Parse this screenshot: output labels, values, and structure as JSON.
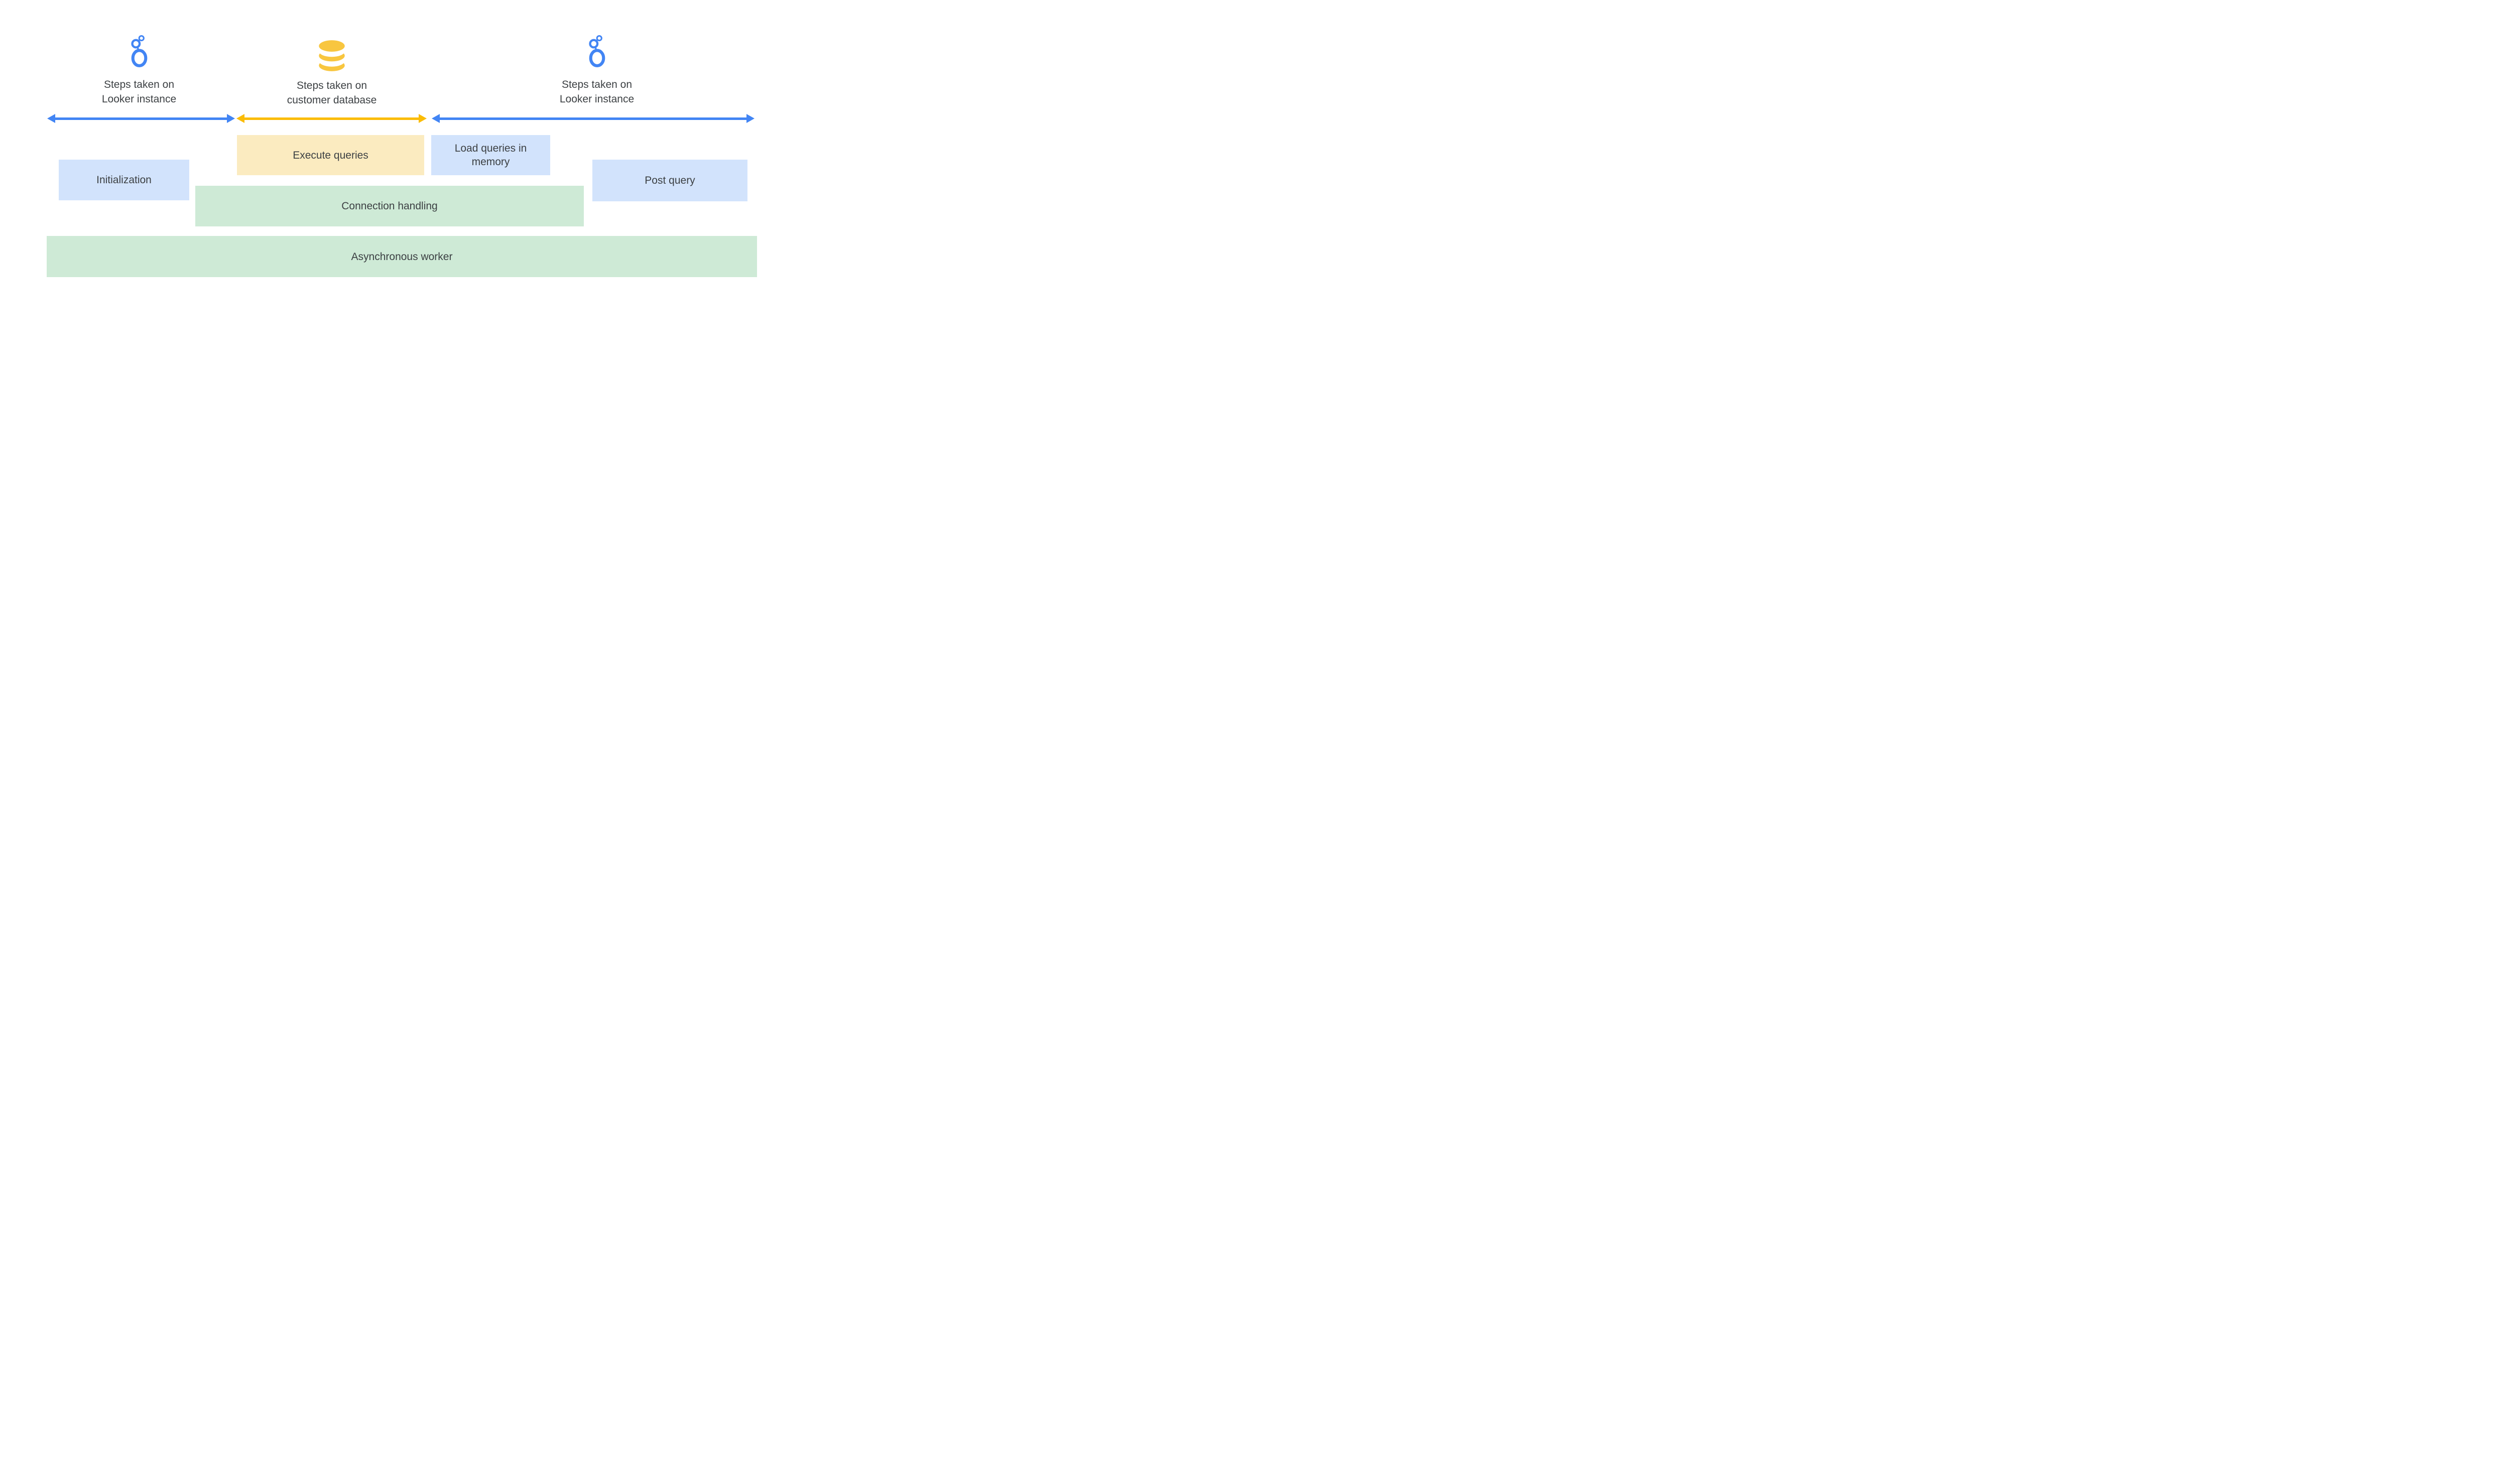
{
  "page": {
    "background": "#FFFFFF",
    "text_color": "#3C4043"
  },
  "header": {
    "columns": [
      {
        "icon": "looker-logo",
        "icon_color": "#4285F4",
        "line1": "Steps taken on",
        "line2": "Looker instance"
      },
      {
        "icon": "database",
        "icon_color": "#F8C63F",
        "line1": "Steps taken on",
        "line2": "customer database"
      },
      {
        "icon": "looker-logo",
        "icon_color": "#4285F4",
        "line1": "Steps taken on",
        "line2": "Looker instance"
      }
    ]
  },
  "arrows": [
    {
      "id": "looker-instance-left-span",
      "color": "#4285F4"
    },
    {
      "id": "customer-database-span",
      "color": "#FBBC05"
    },
    {
      "id": "looker-instance-right-span",
      "color": "#4285F4"
    }
  ],
  "boxes": {
    "initialization": {
      "label": "Initialization",
      "fill": "#D2E3FC"
    },
    "execute_queries": {
      "label": "Execute queries",
      "fill": "#FBEBC0"
    },
    "load_queries": {
      "label": "Load queries in memory",
      "fill": "#D2E3FC"
    },
    "post_query": {
      "label": "Post query",
      "fill": "#D2E3FC"
    },
    "connection_handling": {
      "label": "Connection handling",
      "fill": "#CEEAD6"
    },
    "asynchronous_worker": {
      "label": "Asynchronous worker",
      "fill": "#CEEAD6"
    }
  }
}
